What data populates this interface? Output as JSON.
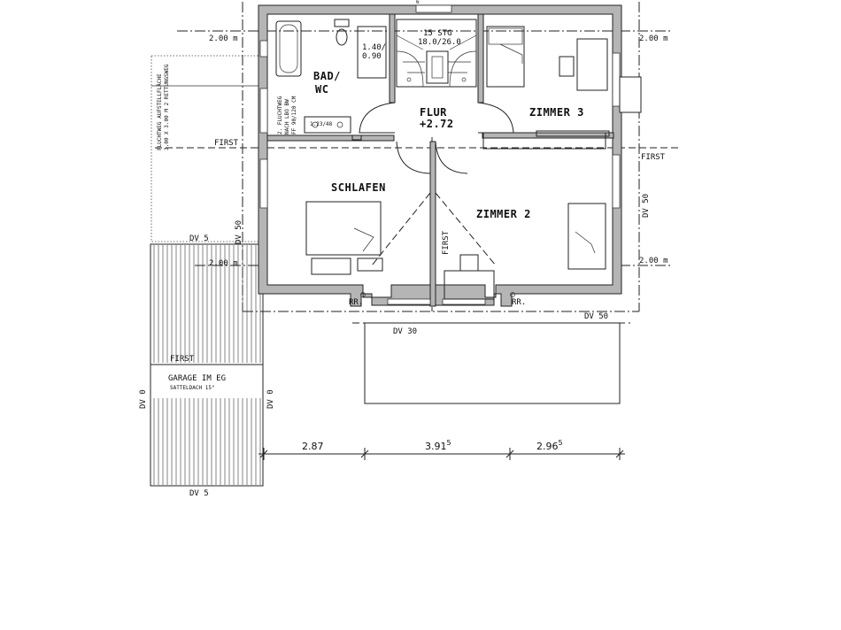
{
  "rooms": {
    "bad": "BAD/",
    "bad2": "WC",
    "flur": "FLUR",
    "flur_level": "+2.72",
    "zimmer3": "ZIMMER 3",
    "schlafen": "SCHLAFEN",
    "zimmer2": "ZIMMER 2",
    "garage": "GARAGE IM EG",
    "garage_roof": "SATTELDACH 15°"
  },
  "stairs": {
    "steps": "15 STG",
    "ratio": "18.0/26.0"
  },
  "window": {
    "size1": "1.40/",
    "size2": "0.90"
  },
  "sink_label": "1.23/48",
  "escape_note": [
    "2. FLUCHTWEG",
    "NACH LBO BW",
    "FF 90/120 CM"
  ],
  "escape_area_note": [
    "FLUCHTWEG AUFSTELLFLÄCHE",
    "3.00 X 3.00 M 2 RETTUNGSWEG"
  ],
  "levels": {
    "left_top": "2.00 m",
    "left_bottom": "2.00 m",
    "right_top": "2.00 m",
    "right_bottom": "2.00 m"
  },
  "ridge": {
    "first_left": "FIRST",
    "first_right": "FIRST",
    "first_garage": "FIRST",
    "first_vertical": "FIRST"
  },
  "roof_pitch": {
    "dv5_top": "DV 5",
    "dv5_bottom": "DV 5",
    "dv50_left": "DV 50",
    "dv50_right": "DV 50",
    "dv50_bottom": "DV 50",
    "dv30": "DV 30",
    "dv0_left": "DV 0",
    "dv0_right": "DV 0"
  },
  "downpipes": {
    "left": "RR.",
    "right": "RR."
  },
  "dimensions": {
    "d1": "2.87",
    "d2_main": "3.91",
    "d2_sup": "5",
    "d3_main": "2.96",
    "d3_sup": "5"
  },
  "top_mark": "6"
}
